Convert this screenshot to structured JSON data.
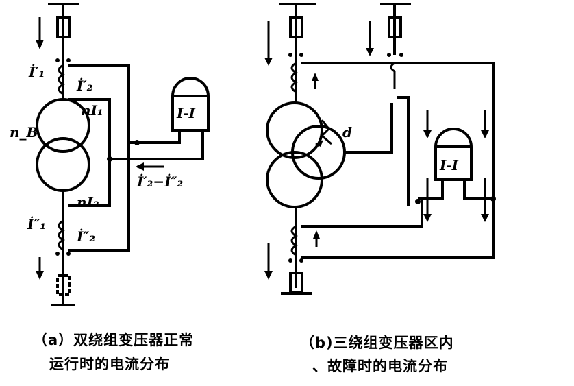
{
  "diagram_a": {
    "labels": {
      "i1_prime": "İ′₁",
      "i2_prime": "İ′₂",
      "n_i1": "nI₁",
      "n_b": "n_B",
      "n_i2": "nI₂",
      "i1_dprime": "İ″₁",
      "i2_dprime": "İ″₂",
      "diff": "İ′₂−İ″₂",
      "relay": "I-I"
    },
    "caption_line1": "（a）双绕组变压器正常",
    "caption_line2": "运行时的电流分布"
  },
  "diagram_b": {
    "labels": {
      "fault": "d",
      "relay": "I-I"
    },
    "caption_line1": "（b)三绕组变压器区内",
    "caption_line2": "、故障时的电流分布"
  }
}
